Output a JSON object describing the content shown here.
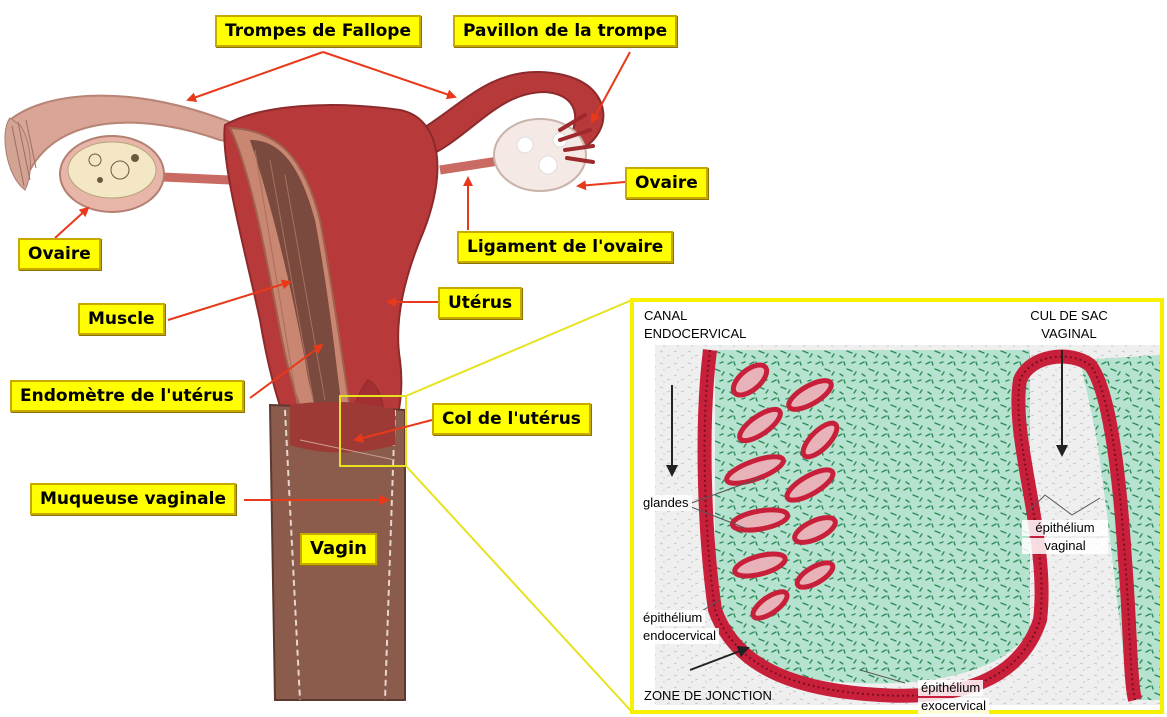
{
  "colors": {
    "label_fill": "#ffff00",
    "leader_line": "#e8391b",
    "uterus_red": "#b8393a",
    "uterus_dark": "#8c2a2c",
    "muscle": "#c98670",
    "cavity": "#7a4a3e",
    "vagina": "#8b5b4c",
    "ovary": "#f2e6c4",
    "inset_frame": "#f7f000",
    "stroma": "#a9dcc6",
    "epithelium": "#c8203b"
  },
  "labels": {
    "trompes": "Trompes de Fallope",
    "pavillon": "Pavillon de la trompe",
    "ovaire_right": "Ovaire",
    "ovaire_left": "Ovaire",
    "ligament": "Ligament de l'ovaire",
    "muscle": "Muscle",
    "uterus": "Utérus",
    "endometre": "Endomètre de l'utérus",
    "col": "Col de l'utérus",
    "muqueuse": "Muqueuse vaginale",
    "vagin": "Vagin"
  },
  "inset": {
    "canal": [
      "CANAL",
      "ENDOCERVICAL"
    ],
    "cul_de_sac": [
      "CUL DE SAC",
      "VAGINAL"
    ],
    "glandes": "glandes",
    "epi_vaginal": [
      "épithélium",
      "vaginal"
    ],
    "epi_endocervical": [
      "épithélium",
      "endocervical"
    ],
    "zone": "ZONE DE JONCTION",
    "epi_exocervical": [
      "épithélium",
      "exocervical"
    ]
  }
}
